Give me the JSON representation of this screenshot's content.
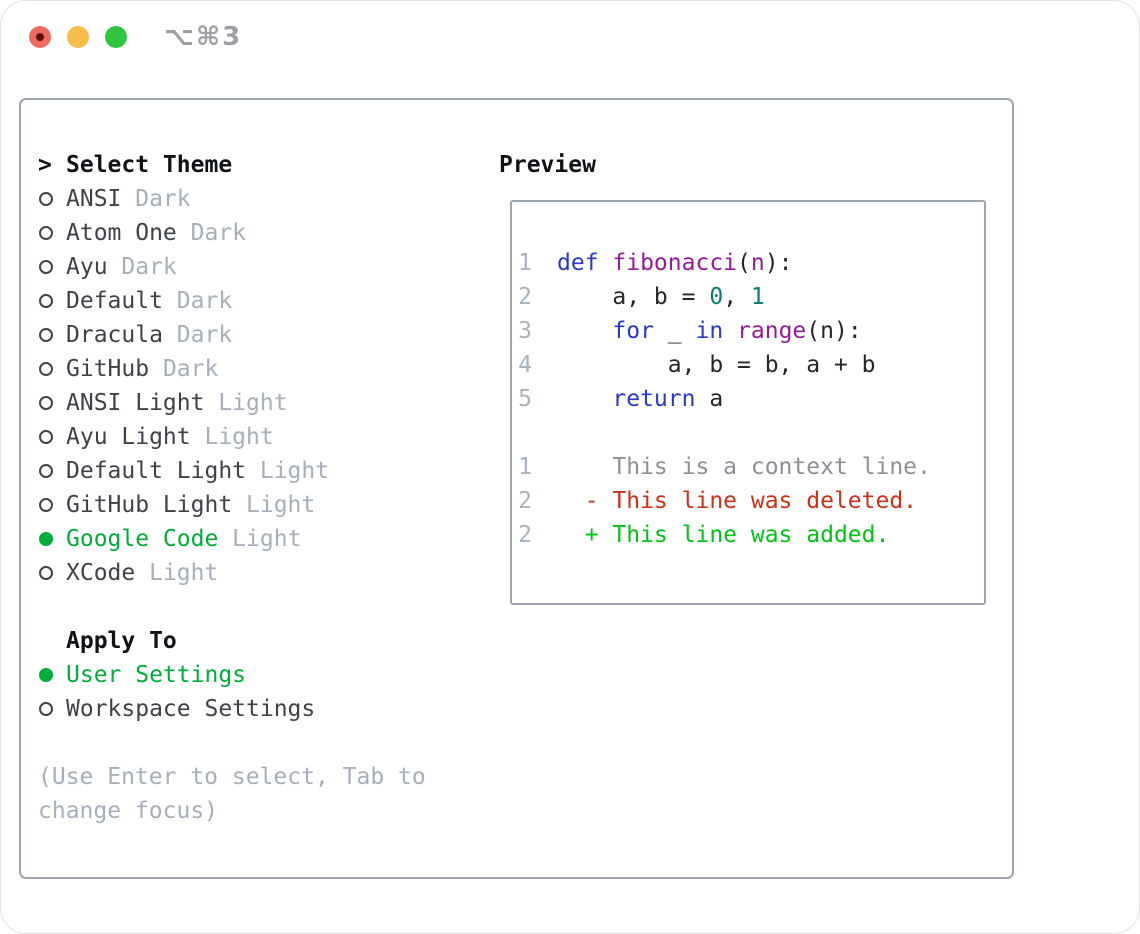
{
  "titlebar": {
    "title": "⌥⌘3",
    "buttons": [
      "close",
      "minimize",
      "zoom"
    ]
  },
  "panel": {
    "select_theme": {
      "cursor": ">",
      "label": "Select Theme",
      "items": [
        {
          "name": "ANSI",
          "variant": "Dark",
          "selected": false
        },
        {
          "name": "Atom One",
          "variant": "Dark",
          "selected": false
        },
        {
          "name": "Ayu",
          "variant": "Dark",
          "selected": false
        },
        {
          "name": "Default",
          "variant": "Dark",
          "selected": false
        },
        {
          "name": "Dracula",
          "variant": "Dark",
          "selected": false
        },
        {
          "name": "GitHub",
          "variant": "Dark",
          "selected": false
        },
        {
          "name": "ANSI Light",
          "variant": "Light",
          "selected": false
        },
        {
          "name": "Ayu Light",
          "variant": "Light",
          "selected": false
        },
        {
          "name": "Default Light",
          "variant": "Light",
          "selected": false
        },
        {
          "name": "GitHub Light",
          "variant": "Light",
          "selected": false
        },
        {
          "name": "Google Code",
          "variant": "Light",
          "selected": true
        },
        {
          "name": "XCode",
          "variant": "Light",
          "selected": false
        }
      ]
    },
    "apply_to": {
      "label": "Apply To",
      "options": [
        {
          "name": "User Settings",
          "selected": true
        },
        {
          "name": "Workspace Settings",
          "selected": false
        }
      ]
    },
    "hint_lines": [
      "(Use Enter to select, Tab to",
      "change focus)"
    ]
  },
  "preview": {
    "label": "Preview",
    "code_lines": [
      {
        "number": "1",
        "tokens": [
          {
            "text": "def ",
            "color": "keyword"
          },
          {
            "text": "fibonacci",
            "color": "function"
          },
          {
            "text": "(",
            "color": "plain"
          },
          {
            "text": "n",
            "color": "function"
          },
          {
            "text": "):",
            "color": "plain"
          }
        ]
      },
      {
        "number": "2",
        "tokens": [
          {
            "text": "    a, b = ",
            "color": "plain"
          },
          {
            "text": "0",
            "color": "number"
          },
          {
            "text": ", ",
            "color": "plain"
          },
          {
            "text": "1",
            "color": "number"
          }
        ]
      },
      {
        "number": "3",
        "tokens": [
          {
            "text": "    ",
            "color": "plain"
          },
          {
            "text": "for",
            "color": "keyword"
          },
          {
            "text": " _ ",
            "color": "plain"
          },
          {
            "text": "in",
            "color": "keyword"
          },
          {
            "text": " ",
            "color": "plain"
          },
          {
            "text": "range",
            "color": "function"
          },
          {
            "text": "(n):",
            "color": "plain"
          }
        ]
      },
      {
        "number": "4",
        "tokens": [
          {
            "text": "        a, b = b, a + b",
            "color": "plain"
          }
        ]
      },
      {
        "number": "5",
        "tokens": [
          {
            "text": "    ",
            "color": "plain"
          },
          {
            "text": "return",
            "color": "keyword"
          },
          {
            "text": " a",
            "color": "plain"
          }
        ]
      }
    ],
    "diff_lines": [
      {
        "number": "1",
        "type": "context",
        "text": "    This is a context line."
      },
      {
        "number": "2",
        "type": "deleted",
        "text": "  - This line was deleted."
      },
      {
        "number": "2",
        "type": "added",
        "text": "  + This line was added."
      }
    ]
  },
  "colors": {
    "keyword": "#2A38CC",
    "function": "#951B9B",
    "number": "#0B7C72",
    "code_plain": "#24272B",
    "context": "#8C9098",
    "deleted": "#CE3118",
    "added": "#00C414",
    "green": "#00AC3A",
    "text": "#3E4349",
    "heading": "#0F1216",
    "dim": "#A6AFBB",
    "line_number": "#A8B3C2",
    "border": "#9CA5B1",
    "marker": "#40454D",
    "title_gray": "#9BA0A7",
    "light_red": "#EE6A5E",
    "light_red_dot": "#5C120A",
    "light_yellow": "#F5BD4C",
    "light_green": "#2FC540"
  }
}
